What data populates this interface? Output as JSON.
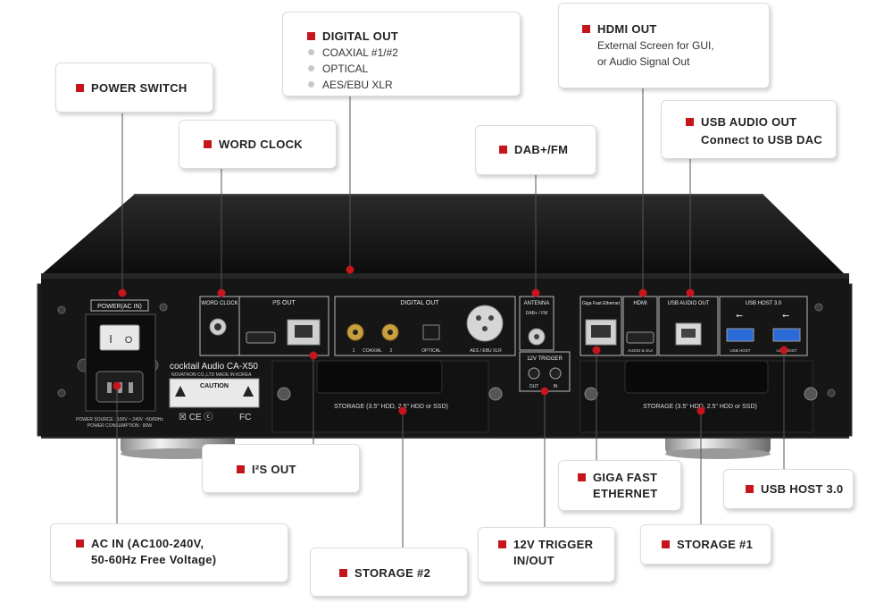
{
  "accent_color": "#c4161c",
  "callouts": {
    "power_switch": {
      "title": "POWER SWITCH"
    },
    "word_clock": {
      "title": "WORD CLOCK"
    },
    "digital_out": {
      "title": "DIGITAL OUT",
      "items": [
        "COAXIAL #1/#2",
        "OPTICAL",
        "AES/EBU XLR"
      ]
    },
    "dab_fm": {
      "title": "DAB+/FM"
    },
    "hdmi_out": {
      "title": "HDMI OUT",
      "lines": [
        "External Screen for GUI,",
        "or Audio Signal Out"
      ]
    },
    "usb_audio_out": {
      "title": "USB AUDIO OUT",
      "line2": "Connect to USB DAC"
    },
    "i2s_out": {
      "title": "I²S OUT"
    },
    "ac_in": {
      "title": "AC IN (AC100-240V,",
      "line2": "50-60Hz Free Voltage)"
    },
    "storage2": {
      "title": "STORAGE #2"
    },
    "trigger": {
      "title": "12V TRIGGER",
      "line2": "IN/OUT"
    },
    "ethernet": {
      "title": "GIGA  FAST",
      "line2": "ETHERNET"
    },
    "storage1": {
      "title": "STORAGE #1"
    },
    "usb_host": {
      "title": "USB HOST 3.0"
    }
  },
  "device": {
    "power_label": "POWER(AC IN)",
    "word_clock_label": "WORD CLOCK",
    "i2s_label": "I²S OUT",
    "digital_out_label": "DIGITAL OUT",
    "coaxial_label": "COAXIAL",
    "coax1": "1",
    "coax2": "2",
    "optical_label": "OPTICAL",
    "aes_label": "AES / EBU XLR",
    "antenna_label": "ANTENNA",
    "dabfm_label": "DAB+ / FM",
    "ethernet_label": "Giga Fast Ethernet",
    "hdmi_label": "HDMI",
    "hdmi_sub": "AUDIO & GUI",
    "usb_audio_label": "USB AUDIO OUT",
    "usb_host_label": "USB HOST 3.0",
    "usb_host_sub": "USB HOST",
    "trigger_label": "12V TRIGGER",
    "trigger_out": "OUT",
    "trigger_in": "IN",
    "storage_left": "STORAGE (3.5\" HDD, 2.5\" HDD or SSD)",
    "storage_right": "STORAGE (3.5\" HDD, 2.5\" HDD or SSD)",
    "brand": "cocktail Audio CA-X50",
    "maker": "NOVATRON CO.,LTD   MADE IN KOREA",
    "caution": "CAUTION",
    "power_source": "POWER SOURCE : 100V ~ 240V ~50/60Hz",
    "power_consumption": "POWER CONSUMPTION : 80W"
  }
}
